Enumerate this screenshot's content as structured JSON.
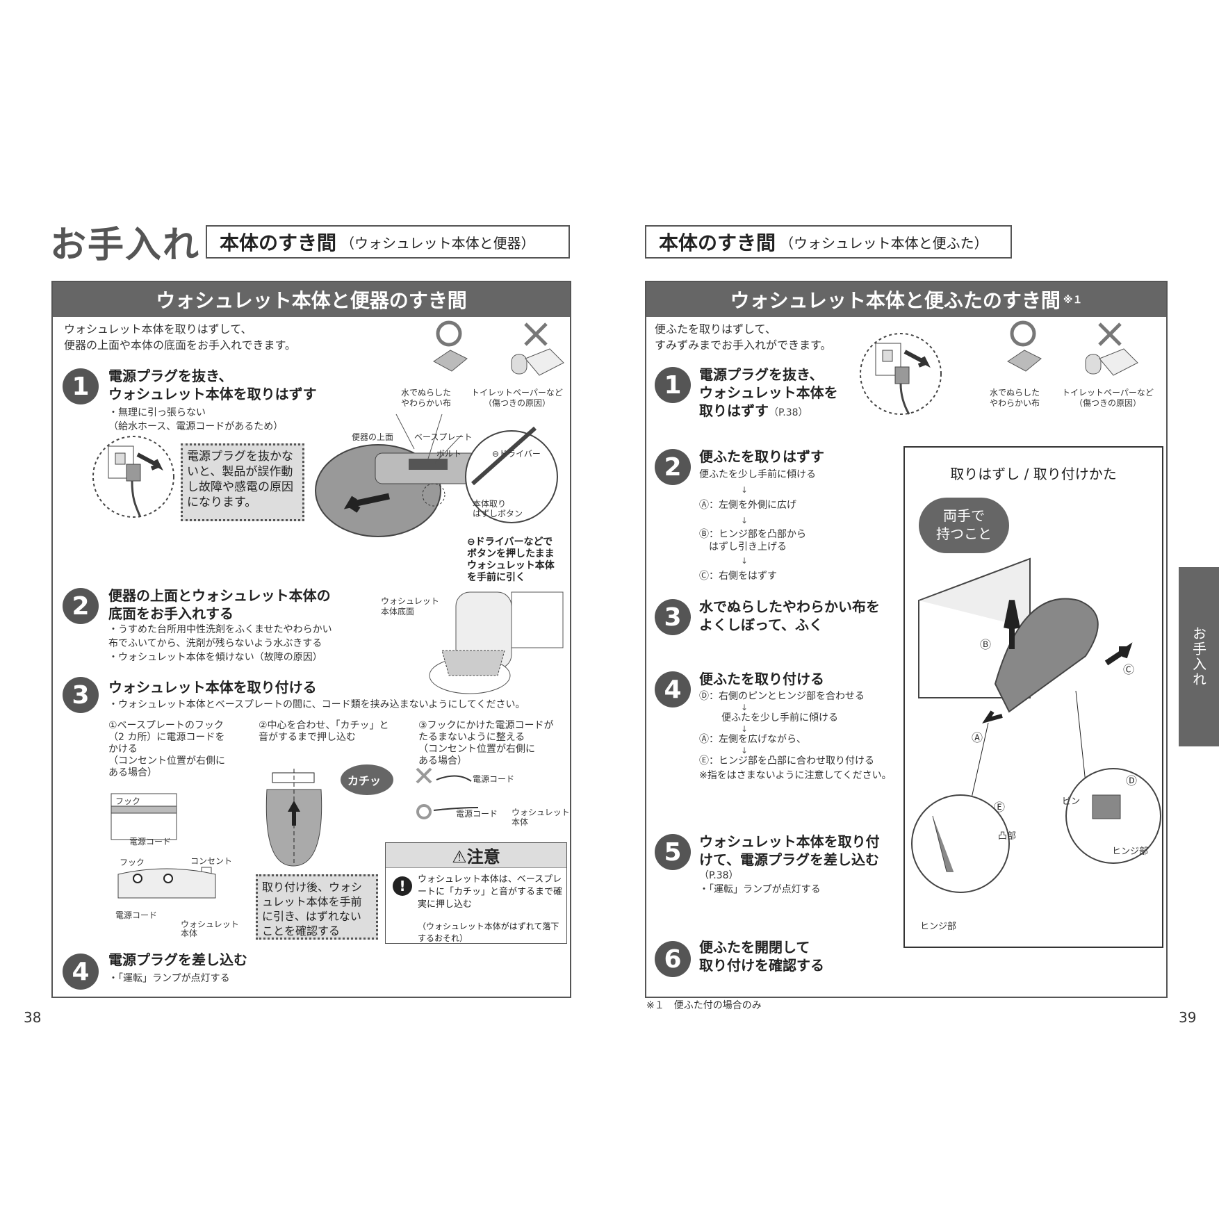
{
  "left_page": {
    "big_title": "お手入れ",
    "header_main": "本体のすき間",
    "header_sub": "（ウォシュレット本体と便器）",
    "panel_title": "ウォシュレット本体と便器のすき間",
    "intro_1": "ウォシュレット本体を取りはずして、",
    "intro_2": "便器の上面や本体の底面をお手入れできます。",
    "ok_label_1": "水でぬらした",
    "ok_label_2": "やわらかい布",
    "ng_label_1": "トイレットペーパーなど",
    "ng_label_2": "（傷つきの原因）",
    "step1_num": "1",
    "step1_title_1": "電源プラグを抜き、",
    "step1_title_2": "ウォシュレット本体を取りはずす",
    "step1_note_1": "・無理に引っ張らない",
    "step1_note_2": "（給水ホース、電源コードがあるため）",
    "step1_warning": "電源プラグを抜かないと、製品が誤作動し故障や感電の原因になります。",
    "fig1_labels": {
      "toilet_top": "便器の上面",
      "base_plate": "ベースプレート",
      "bolt": "ボルト",
      "driver": "⊖ドライバー",
      "release_button": "本体取り\nはずしボタン",
      "instruction": "⊖ドライバーなどで\nボタンを押したまま\nウォシュレット本体\nを手前に引く"
    },
    "step2_num": "2",
    "step2_title_1": "便器の上面とウォシュレット本体の",
    "step2_title_2": "底面をお手入れする",
    "step2_note_1": "・うすめた台所用中性洗剤をふくませたやわらかい",
    "step2_note_2": "布でふいてから、洗剤が残らないよう水ぶきする",
    "step2_note_3": "・ウォシュレット本体を傾けない（故障の原因）",
    "fig2_label": "ウォシュレット\n本体底面",
    "step3_num": "3",
    "step3_title": "ウォシュレット本体を取り付ける",
    "step3_note": "・ウォシュレット本体とベースプレートの間に、コード類を挟み込まないようにしてください。",
    "step3_sub1": "①ベースプレートのフック\n（2 カ所）に電源コードを\nかける\n（コンセント位置が右側に\nある場合）",
    "step3_sub2": "②中心を合わせ、「カチッ」と\n音がするまで押し込む",
    "step3_sub3": "③フックにかけた電源コードが\nたるまないように整える\n（コンセント位置が右側に\nある場合）",
    "fig3_labels": {
      "hook": "フック",
      "power_cord": "電源コード",
      "outlet": "コンセント",
      "washlet_body": "ウォシュレット\n本体",
      "click": "カチッ"
    },
    "step3_warning": "取り付け後、ウォシュレット本体を手前に引き、はずれないことを確認する",
    "caution_title": "⚠注意",
    "caution_text": "ウォシュレット本体は、ベースプレートに「カチッ」と音がするまで確実に押し込む",
    "caution_sub": "（ウォシュレット本体がはずれて落下するおそれ）",
    "step4_num": "4",
    "step4_title": "電源プラグを差し込む",
    "step4_note": "・「運転」ランプが点灯する",
    "page_number": "38"
  },
  "right_page": {
    "header_main": "本体のすき間",
    "header_sub": "（ウォシュレット本体と便ふた）",
    "panel_title": "ウォシュレット本体と便ふたのすき間",
    "panel_title_mark": "※１",
    "intro_1": "便ふたを取りはずして、",
    "intro_2": "すみずみまでお手入れができます。",
    "ok_label_1": "水でぬらした",
    "ok_label_2": "やわらかい布",
    "ng_label_1": "トイレットペーパーなど",
    "ng_label_2": "（傷つきの原因）",
    "step1_num": "1",
    "step1_title_1": "電源プラグを抜き、",
    "step1_title_2": "ウォシュレット本体を",
    "step1_title_3": "取りはずす",
    "step1_ref": "（P.38）",
    "step2_num": "2",
    "step2_title": "便ふたを取りはずす",
    "step2_lines": [
      "便ふたを少し手前に傾ける",
      "Ⓐ：左側を外側に広げ",
      "Ⓑ：ヒンジ部を凸部から\n　はずし引き上げる",
      "Ⓒ：右側をはずす"
    ],
    "step3_num": "3",
    "step3_title_1": "水でぬらしたやわらかい布を",
    "step3_title_2": "よくしぼって、ふく",
    "step4_num": "4",
    "step4_title": "便ふたを取り付ける",
    "step4_lines": [
      "Ⓓ：右側のピンとヒンジ部を合わせる",
      "便ふたを少し手前に傾ける",
      "Ⓐ：左側を広げながら、",
      "Ⓔ：ヒンジ部を凸部に合わせ取り付ける"
    ],
    "step4_caution": "※指をはさまないように注意してください。",
    "step5_num": "5",
    "step5_title_1": "ウォシュレット本体を取り付",
    "step5_title_2": "けて、電源プラグを差し込む",
    "step5_ref": "（P.38）",
    "step5_note": "・「運転」ランプが点灯する",
    "step6_num": "6",
    "step6_title_1": "便ふたを開閉して",
    "step6_title_2": "取り付けを確認する",
    "fig_title": "取りはずし / 取り付けかた",
    "pill_text_1": "両手で",
    "pill_text_2": "持つこと",
    "fig_labels": {
      "A": "Ⓐ",
      "B": "Ⓑ",
      "C": "Ⓒ",
      "D": "Ⓓ",
      "E": "Ⓔ",
      "pin": "ピン",
      "hinge_1": "ヒンジ部",
      "hinge_2": "ヒンジ部",
      "convex": "凸部"
    },
    "footnote": "※１　便ふた付の場合のみ",
    "page_number": "39",
    "side_tab": "お手入れ"
  },
  "colors": {
    "panel_header": "#666666",
    "border": "#555555",
    "note_bg": "#dddddd"
  }
}
